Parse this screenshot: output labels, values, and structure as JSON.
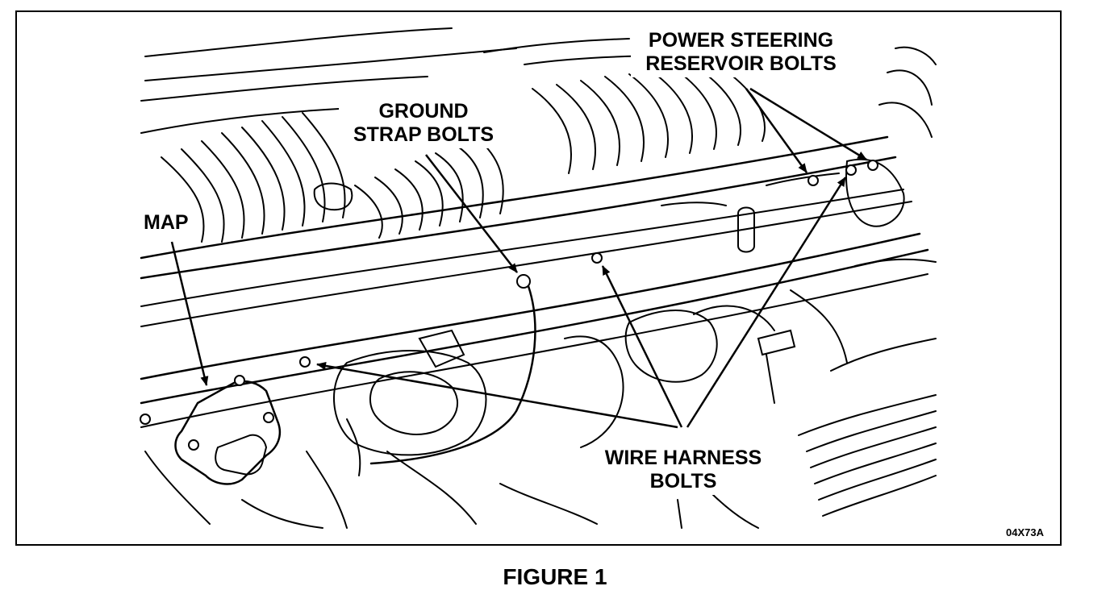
{
  "figure": {
    "caption": "FIGURE 1",
    "code": "04X73A"
  },
  "labels": {
    "power_steering_line1": "POWER STEERING",
    "power_steering_line2": "RESERVOIR BOLTS",
    "ground_strap_line1": "GROUND",
    "ground_strap_line2": "STRAP BOLTS",
    "map": "MAP",
    "wire_harness_line1": "WIRE HARNESS",
    "wire_harness_line2": "BOLTS"
  }
}
